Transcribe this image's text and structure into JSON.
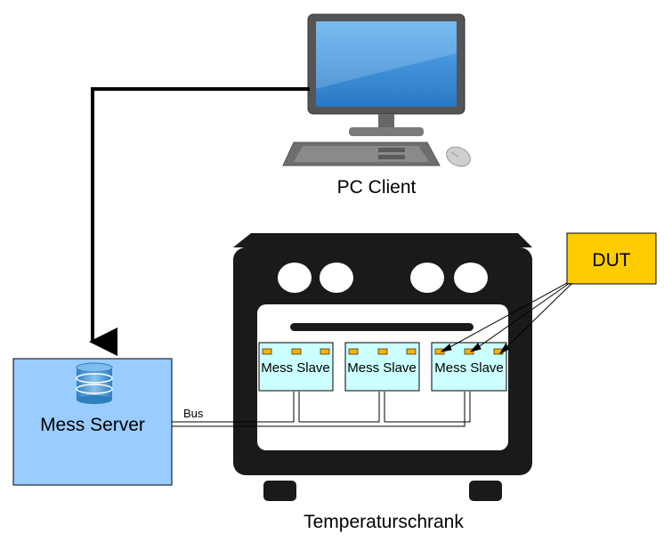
{
  "labels": {
    "pc_client": "PC Client",
    "mess_server": "Mess Server",
    "bus": "Bus",
    "chamber": "Temperaturschrank",
    "dut": "DUT",
    "slaves": [
      "Mess Slave",
      "Mess Slave",
      "Mess Slave"
    ]
  },
  "colors": {
    "server_fill": "#99ccff",
    "slave_fill": "#ccffff",
    "dut_fill": "#ffcc00",
    "pin_fill": "#ffb300",
    "oven": "#1a1a1a",
    "screen": "#3a8fd6"
  },
  "icons": [
    "monitor-icon",
    "keyboard-icon",
    "mouse-icon",
    "database-icon"
  ]
}
